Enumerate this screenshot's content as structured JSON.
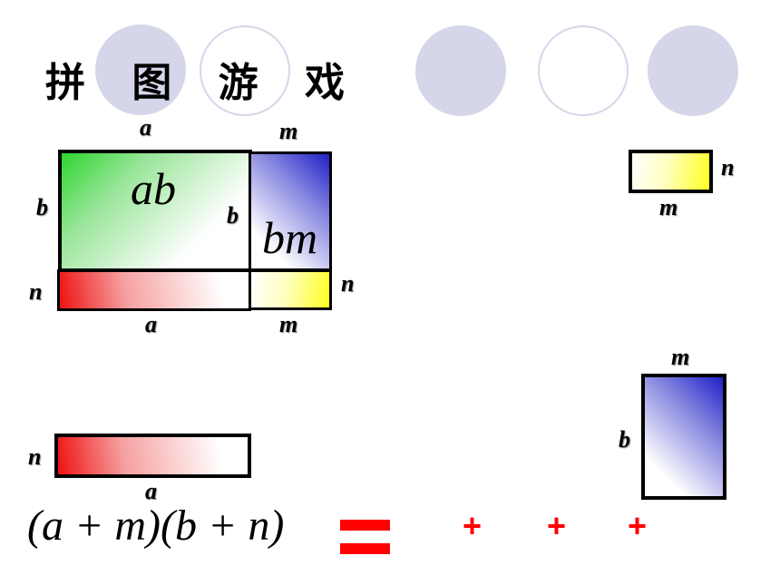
{
  "title": "拼 图 游 戏",
  "labels": {
    "a": "a",
    "b": "b",
    "m": "m",
    "n": "n"
  },
  "areas": {
    "ab": "ab",
    "bm": "bm"
  },
  "equation": {
    "lhs": "(a + m)(b + n)",
    "plus": "+"
  },
  "colors": {
    "circle_fill": "#d6d6ea",
    "green": "#2ed52e",
    "blue": "#2020c8",
    "red": "#ee1111",
    "yellow": "#ffff20",
    "equals": "#ff0000"
  }
}
